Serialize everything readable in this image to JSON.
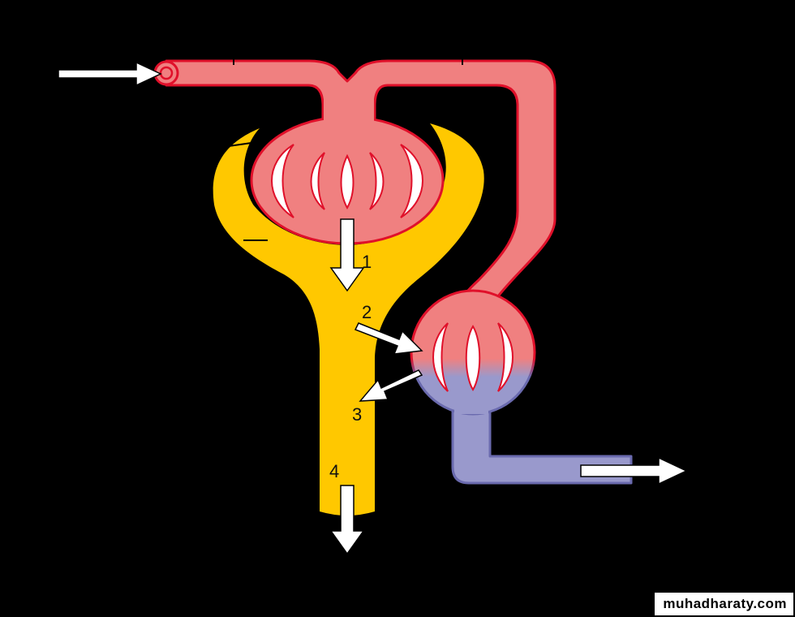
{
  "diagram": {
    "step_labels": [
      "1",
      "2",
      "3",
      "4"
    ]
  },
  "colors": {
    "background": "#000000",
    "arterial_vessel": "#F08080",
    "vessel_outline": "#E0102A",
    "venous_vessel": "#9999CC",
    "venous_outline": "#6A6AAE",
    "tubule": "#FFC800",
    "arrow": "#FFFFFF"
  },
  "watermark": {
    "text": "muhadharaty.com"
  }
}
